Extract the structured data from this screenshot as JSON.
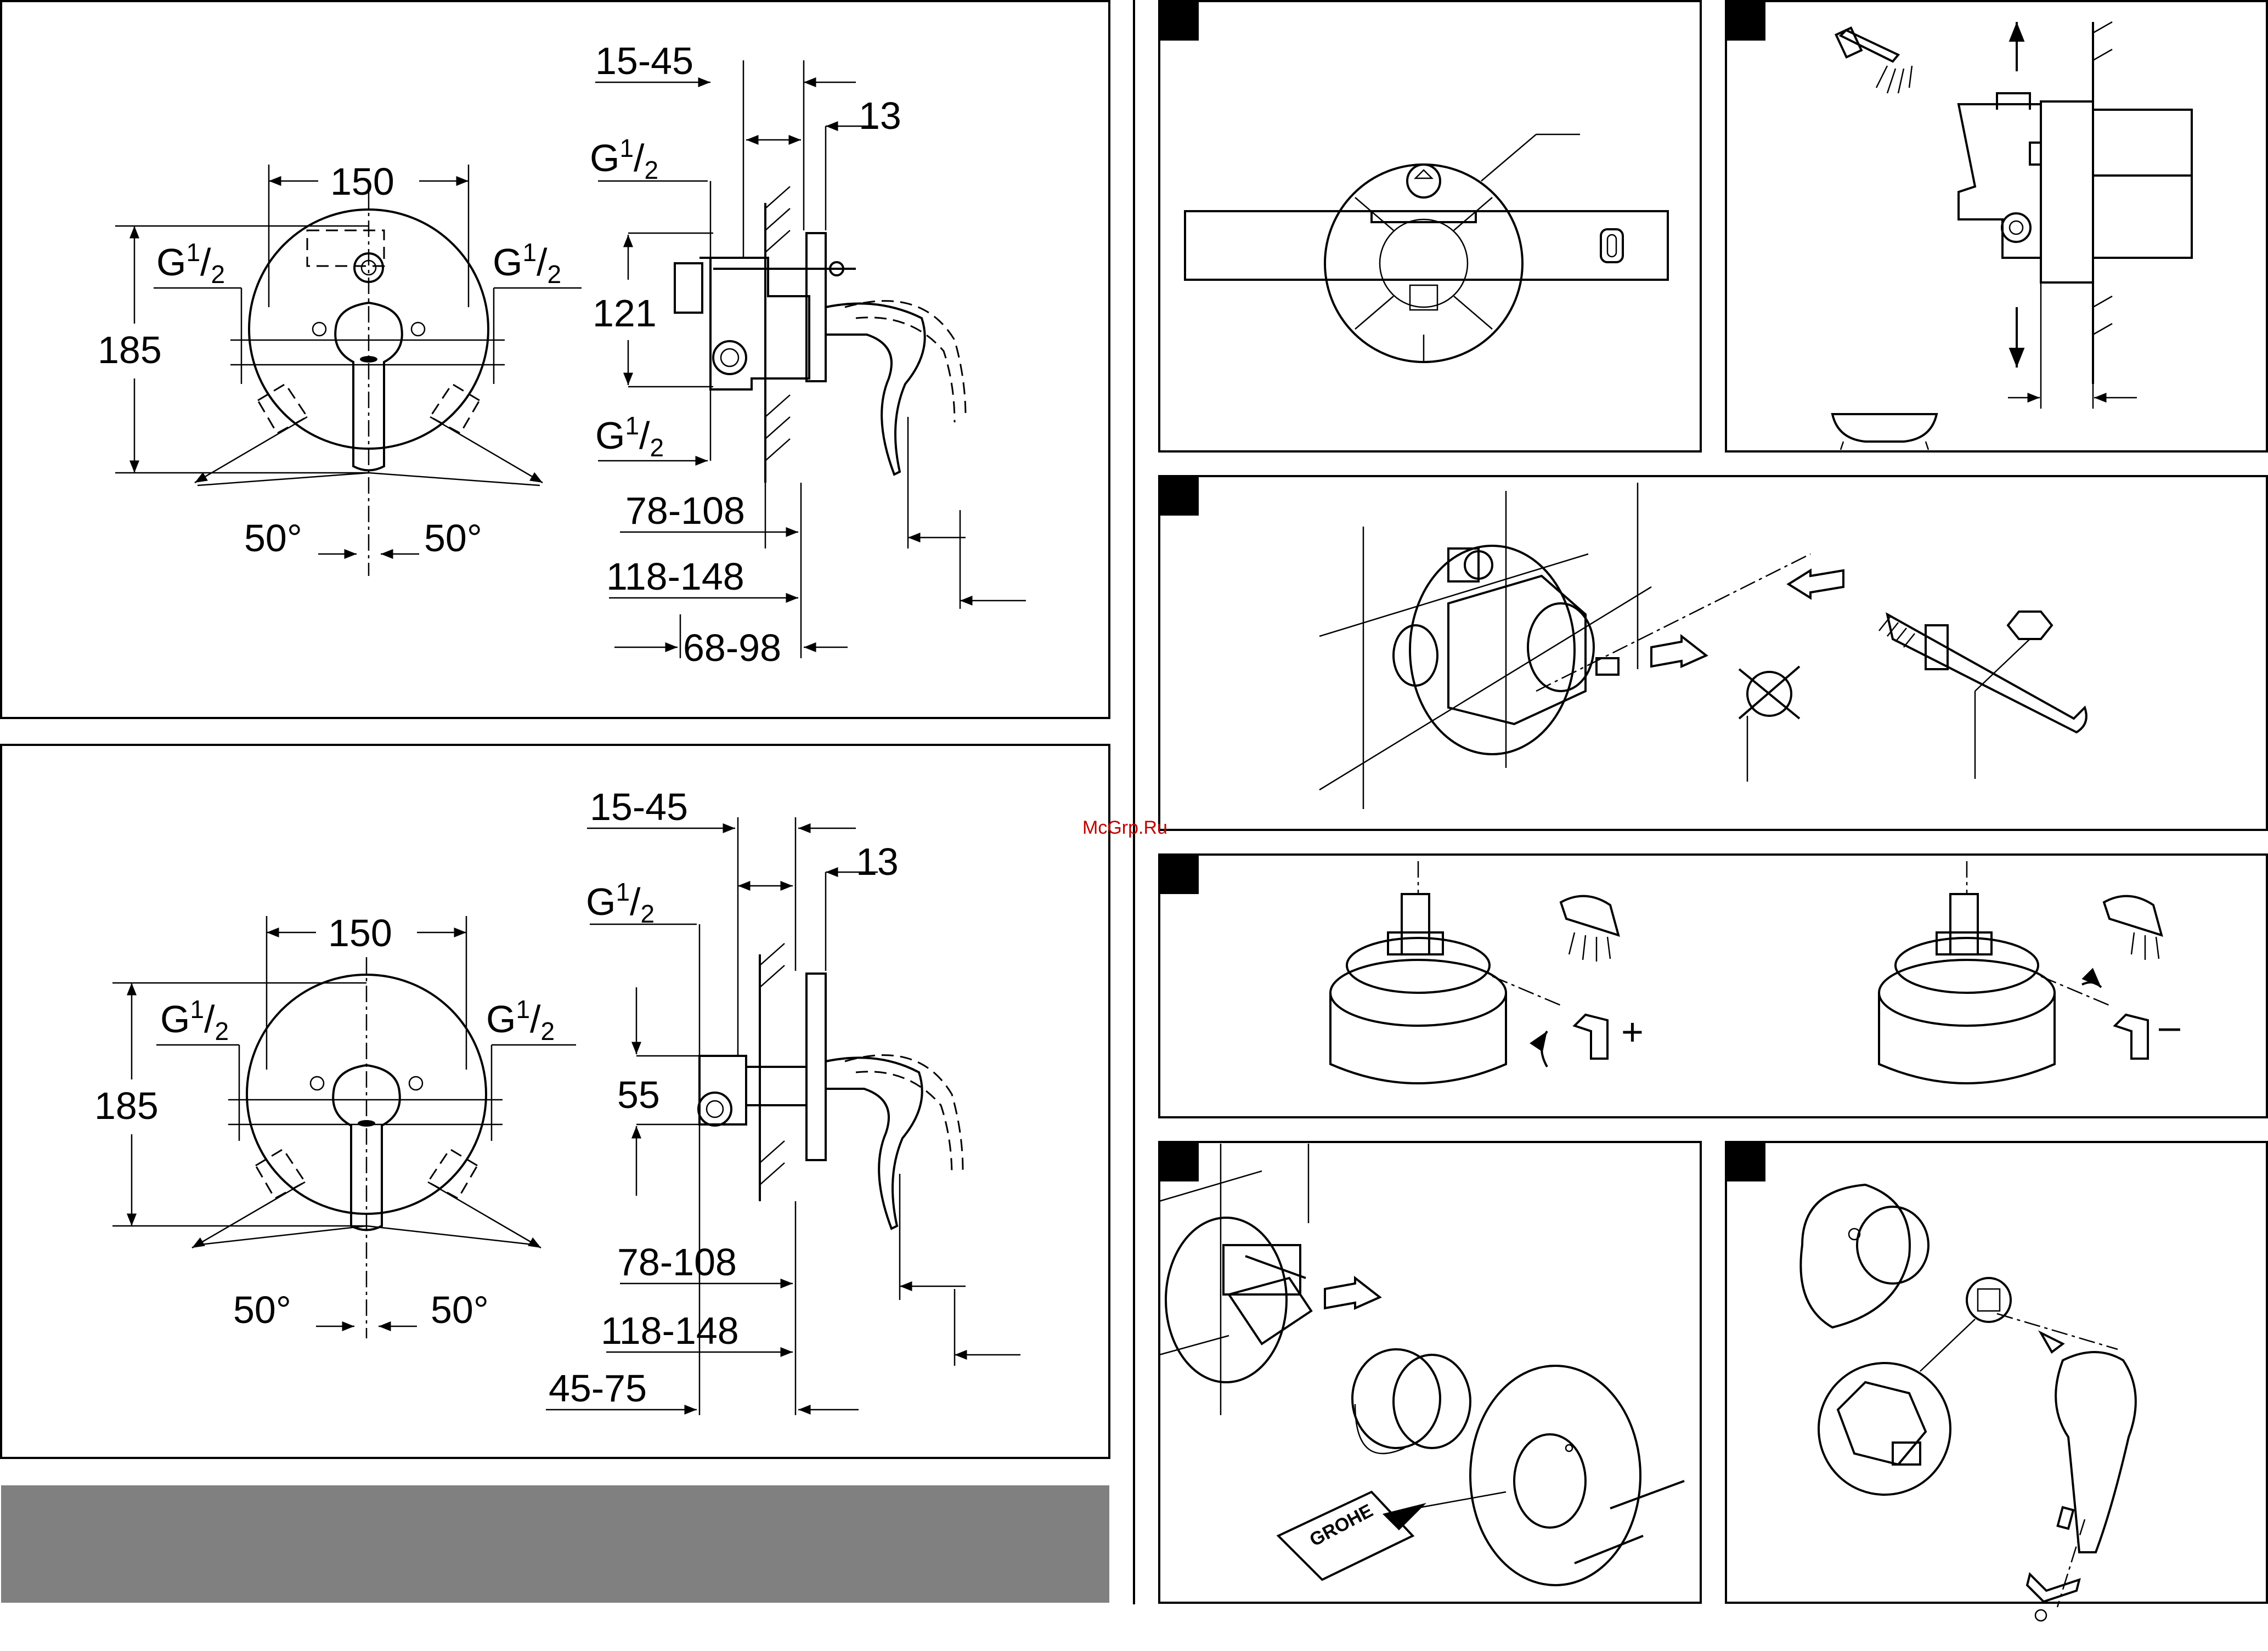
{
  "top_drawing": {
    "width": "150",
    "height": "185",
    "thread_left": {
      "base": "G",
      "num": "1",
      "den": "2"
    },
    "thread_right": {
      "base": "G",
      "num": "1",
      "den": "2"
    },
    "angle_left": "50°",
    "angle_right": "50°",
    "side": {
      "depth_top": "15-45",
      "plate": "13",
      "thread_top": {
        "base": "G",
        "num": "1",
        "den": "2"
      },
      "spacing": "121",
      "thread_bottom": {
        "base": "G",
        "num": "1",
        "den": "2"
      },
      "dim_1": "78-108",
      "dim_2": "118-148",
      "dim_3": "68-98"
    }
  },
  "bottom_drawing": {
    "width": "150",
    "height": "185",
    "thread_left": {
      "base": "G",
      "num": "1",
      "den": "2"
    },
    "thread_right": {
      "base": "G",
      "num": "1",
      "den": "2"
    },
    "angle_left": "50°",
    "angle_right": "50°",
    "side": {
      "depth_top": "15-45",
      "plate": "13",
      "thread_top": {
        "base": "G",
        "num": "1",
        "den": "2"
      },
      "spacing": "55",
      "dim_1": "78-108",
      "dim_2": "118-148",
      "dim_3": "45-75"
    }
  },
  "steps": {
    "adjust_plus": "+",
    "adjust_minus": "–",
    "brand_card": "GROHE"
  },
  "watermark": "McGrp.Ru",
  "colors": {
    "ink": "#000000",
    "gray_bar": "#808080",
    "watermark": "#c00000"
  }
}
